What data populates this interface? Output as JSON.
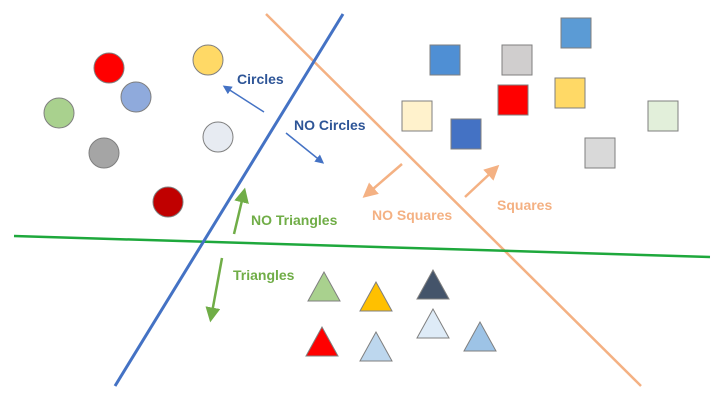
{
  "colors": {
    "circles_divider": "#4472c4",
    "squares_divider": "#f4b183",
    "triangles_divider": "#1ea83c",
    "circles_text": "#2e5597",
    "squares_text": "#f4b183",
    "triangles_text": "#70ad47"
  },
  "labels": {
    "circles": "Circles",
    "no_circles": "NO Circles",
    "squares": "Squares",
    "no_squares": "NO Squares",
    "triangles": "Triangles",
    "no_triangles": "NO Triangles"
  },
  "shapes": {
    "circles": [
      {
        "fill": "#ff0000",
        "stroke": "#7f7f7f"
      },
      {
        "fill": "#ffd966",
        "stroke": "#7f7f7f"
      },
      {
        "fill": "#8faadc",
        "stroke": "#7f7f7f"
      },
      {
        "fill": "#a9d18e",
        "stroke": "#7f7f7f"
      },
      {
        "fill": "#e7ebf2",
        "stroke": "#7f7f7f"
      },
      {
        "fill": "#a5a5a5",
        "stroke": "#7f7f7f"
      },
      {
        "fill": "#c00000",
        "stroke": "#7f7f7f"
      }
    ],
    "squares": [
      {
        "fill": "#5b9bd5"
      },
      {
        "fill": "#4f8fd4"
      },
      {
        "fill": "#d0cece"
      },
      {
        "fill": "#fff2cc"
      },
      {
        "fill": "#ff0000"
      },
      {
        "fill": "#ffd966"
      },
      {
        "fill": "#4472c4"
      },
      {
        "fill": "#e2efda"
      },
      {
        "fill": "#d9d9d9"
      }
    ],
    "triangles": [
      {
        "fill": "#a9d18e"
      },
      {
        "fill": "#ffc000"
      },
      {
        "fill": "#44546a"
      },
      {
        "fill": "#ff0000"
      },
      {
        "fill": "#bdd7ee"
      },
      {
        "fill": "#deebf7"
      },
      {
        "fill": "#9dc3e6"
      }
    ]
  }
}
